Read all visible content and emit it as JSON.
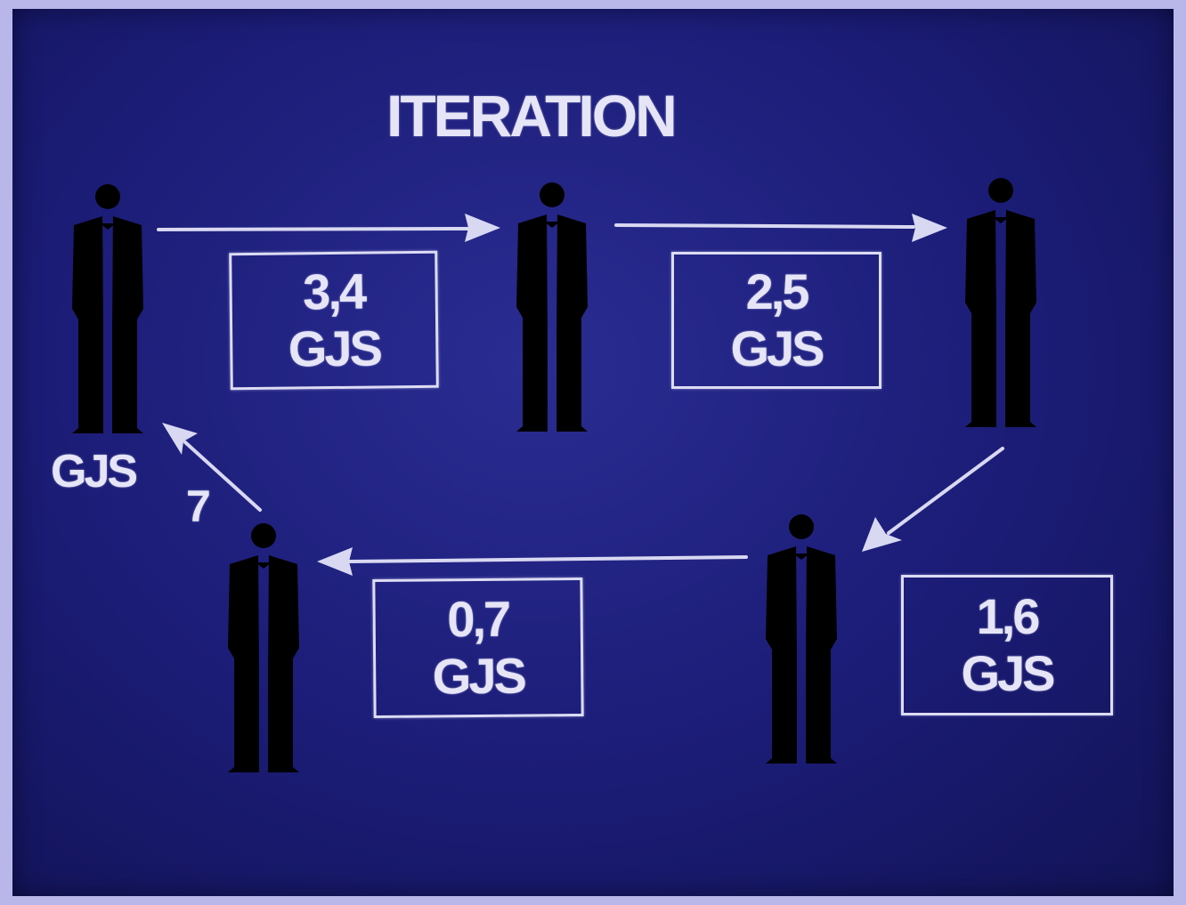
{
  "title": "ITERATION",
  "start_label": "GJS",
  "return_count": "7",
  "boxes": {
    "a": {
      "value": "3,4",
      "unit": "GJS"
    },
    "b": {
      "value": "2,5",
      "unit": "GJS"
    },
    "c": {
      "value": "0,7",
      "unit": "GJS"
    },
    "d": {
      "value": "1,6",
      "unit": "GJS"
    }
  },
  "colors": {
    "background": "#1b1c76",
    "line": "#e2e1f6",
    "frame": "#b9b6ea"
  },
  "icons": [
    "person-icon",
    "arrow-icon"
  ]
}
